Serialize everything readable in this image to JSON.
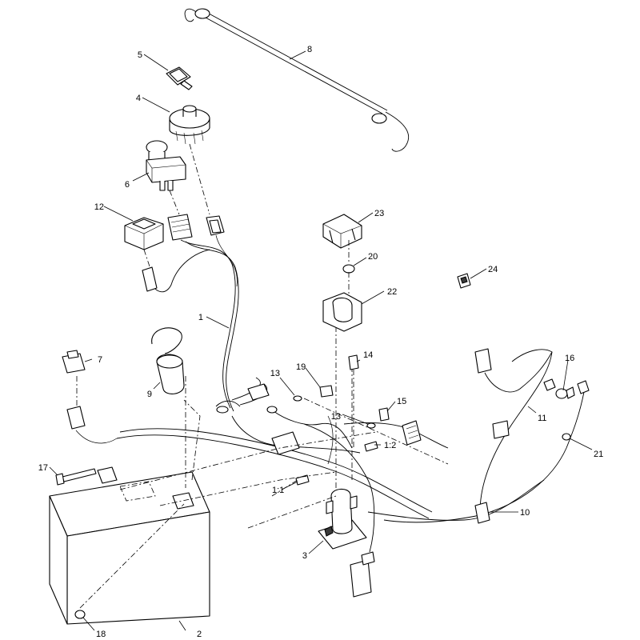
{
  "callouts": [
    {
      "id": "c1",
      "label": "1"
    },
    {
      "id": "c2",
      "label": "2"
    },
    {
      "id": "c3",
      "label": "3"
    },
    {
      "id": "c4",
      "label": "4"
    },
    {
      "id": "c5",
      "label": "5"
    },
    {
      "id": "c6",
      "label": "6"
    },
    {
      "id": "c7",
      "label": "7"
    },
    {
      "id": "c8",
      "label": "8"
    },
    {
      "id": "c9",
      "label": "9"
    },
    {
      "id": "c10",
      "label": "10"
    },
    {
      "id": "c11",
      "label": "11"
    },
    {
      "id": "c12",
      "label": "12"
    },
    {
      "id": "c13a",
      "label": "13"
    },
    {
      "id": "c13b",
      "label": "13"
    },
    {
      "id": "c14",
      "label": "14"
    },
    {
      "id": "c15",
      "label": "15"
    },
    {
      "id": "c16",
      "label": "16"
    },
    {
      "id": "c17",
      "label": "17"
    },
    {
      "id": "c18",
      "label": "18"
    },
    {
      "id": "c19",
      "label": "19"
    },
    {
      "id": "c20",
      "label": "20"
    },
    {
      "id": "c21",
      "label": "21"
    },
    {
      "id": "c22",
      "label": "22"
    },
    {
      "id": "c23",
      "label": "23"
    },
    {
      "id": "c24",
      "label": "24"
    },
    {
      "id": "c11b",
      "label": "1:1"
    },
    {
      "id": "c12b",
      "label": "1:2"
    }
  ]
}
